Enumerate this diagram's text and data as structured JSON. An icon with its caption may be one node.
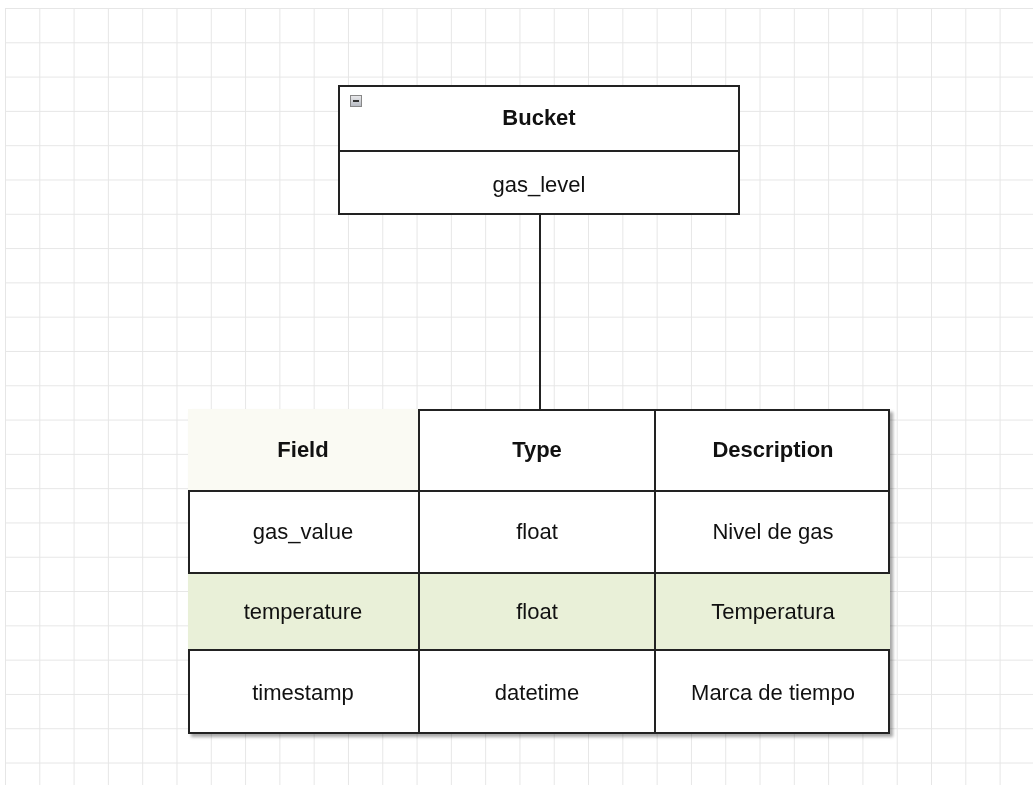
{
  "diagram": {
    "nodes": [
      {
        "text": [
          "Bucket",
          "gas_level"
        ]
      },
      {
        "text": [],
        "shape": "box"
      }
    ],
    "edges": [
      {
        "from": 0,
        "to": 1,
        "arrow": "none"
      }
    ],
    "labels": [
      "Field",
      "Type",
      "Description",
      "gas_value",
      "float",
      "Nivel de gas",
      "temperature",
      "float",
      "Temperatura",
      "timestamp",
      "datetime",
      "Marca de tiempo"
    ]
  }
}
